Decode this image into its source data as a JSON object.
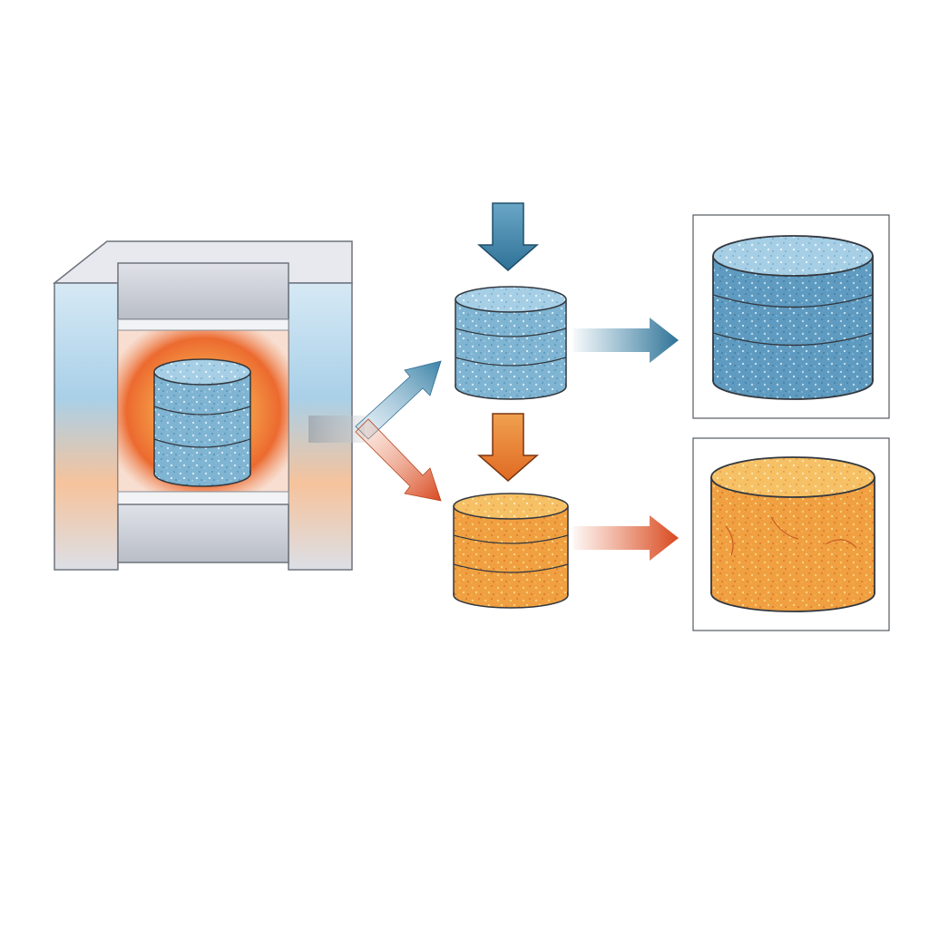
{
  "diagram": {
    "title": "",
    "labels": [],
    "colors": {
      "background": "#ffffff",
      "press_metal": "#c9ccd3",
      "press_edge": "#6f747c",
      "heat_glow": "#ee6a2e",
      "cold_sample": "#6fa9c9",
      "cold_sample_dark": "#3f7fa5",
      "hot_sample": "#f09a3a",
      "hot_sample_dark": "#d9692a",
      "cold_arrow": "#3b82a6",
      "hot_arrow": "#e0592a",
      "outline": "#33383f"
    },
    "nodes": [
      {
        "id": "hot-press",
        "kind": "heated press with stacked sample"
      },
      {
        "id": "cold-stack",
        "kind": "stacked blue sample under pressure"
      },
      {
        "id": "hot-stack",
        "kind": "stacked orange sample under pressure"
      },
      {
        "id": "cold-result",
        "kind": "framed blue consolidated cylinder"
      },
      {
        "id": "hot-result",
        "kind": "framed orange consolidated cylinder"
      }
    ],
    "edges": [
      {
        "from": "hot-press",
        "to": "cold-stack",
        "style": "cold"
      },
      {
        "from": "hot-press",
        "to": "hot-stack",
        "style": "hot"
      },
      {
        "from": "cold-stack",
        "to": "cold-result",
        "style": "cold"
      },
      {
        "from": "hot-stack",
        "to": "hot-result",
        "style": "hot"
      }
    ],
    "pressure_arrows": [
      {
        "target": "cold-stack",
        "style": "cold"
      },
      {
        "target": "hot-stack",
        "style": "hot"
      }
    ]
  }
}
